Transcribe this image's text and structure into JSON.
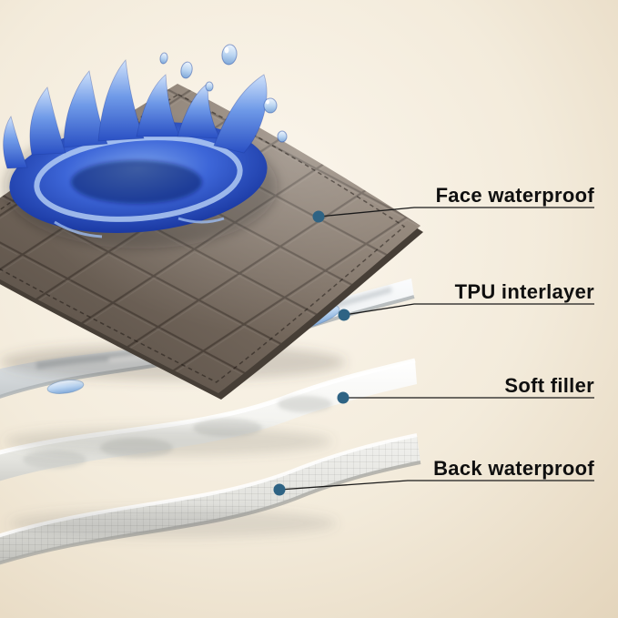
{
  "diagram": {
    "labels": [
      {
        "id": "face-waterproof",
        "text": "Face waterproof"
      },
      {
        "id": "tpu-interlayer",
        "text": "TPU interlayer"
      },
      {
        "id": "soft-filler",
        "text": "Soft filler"
      },
      {
        "id": "back-waterproof",
        "text": "Back waterproof"
      }
    ],
    "colors": {
      "background": "#f3ebdb",
      "face_layer_brown": "#6f6357",
      "water_blue": "#2b57cc",
      "water_blue_light": "#b9d2f6",
      "tpu_layer": "#e9ecee",
      "soft_filler_layer": "#f6f6f3",
      "back_layer": "#dcdcd8",
      "callout_dot": "#2e6384",
      "callout_line": "#1a1a1a",
      "label_text": "#0f0f0f"
    }
  }
}
